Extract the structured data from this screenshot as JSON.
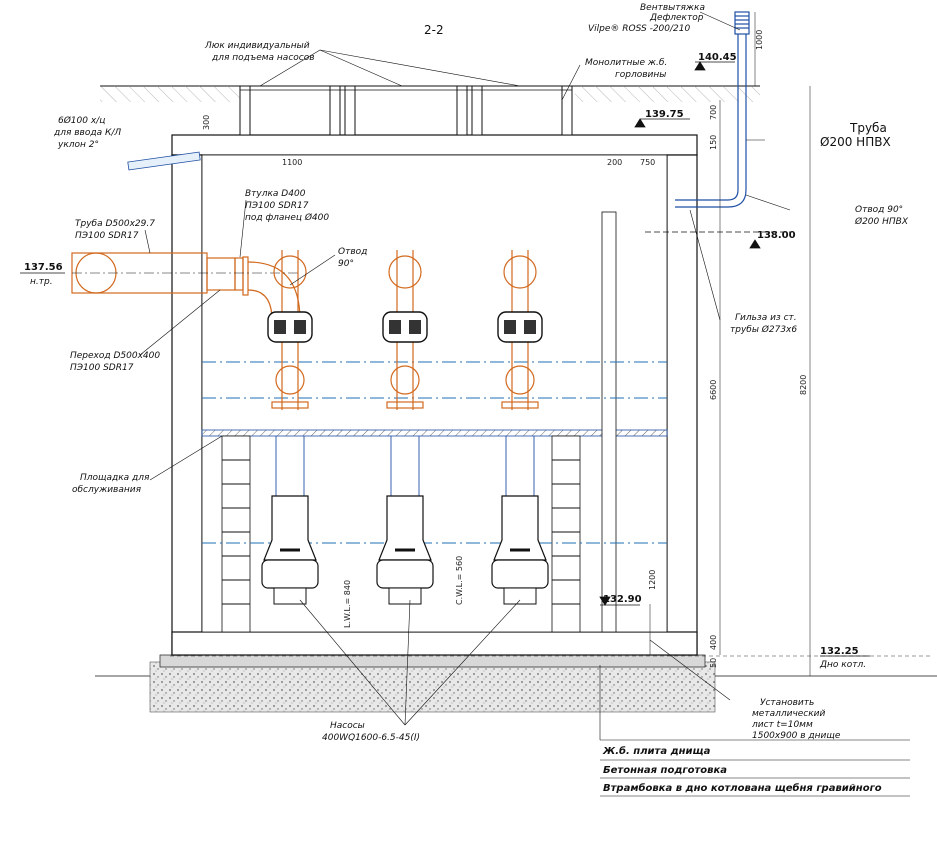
{
  "section_title": "2-2",
  "labels": {
    "hatch": "Люк индивидуальный",
    "hatch2": "для подъема насосов",
    "vent1": "Вентвытяжка",
    "vent2": "Дефлектор",
    "vent3": "Vilpe® ROSS -200/210",
    "monolith1": "Монолитные ж.б.",
    "monolith2": "горловины",
    "cable1": "6Ø100 х/ц",
    "cable2": "для ввода К/Л",
    "cable3": "уклон 2°",
    "pipe_npvh1": "Труба",
    "pipe_npvh2": "Ø200 НПВХ",
    "bushing1": "Втулка D400",
    "bushing2": "ПЭ100 SDR17",
    "bushing3": "под фланец Ø400",
    "pipe_in1": "Труба D500х29.7",
    "pipe_in2": "ПЭ100 SDR17",
    "elbow1": "Отвод",
    "elbow2": "90°",
    "bend1": "Отвод 90°",
    "bend2": "Ø200 НПВХ",
    "sleeve1": "Гильза из ст.",
    "sleeve2": "трубы Ø273х6",
    "reducer1": "Переход D500х400",
    "reducer2": "ПЭ100 SDR17",
    "platform1": "Площадка для",
    "platform2": "обслуживания",
    "pumps1": "Насосы",
    "pumps2": "400WQ1600-6.5-45(I)",
    "plate1": "Установить",
    "plate2": "металлический",
    "plate3": "лист t=10мм",
    "plate4": "1500х900 в днище"
  },
  "elevations": {
    "ground": "140.45",
    "roof": "139.75",
    "inlet": "137.56",
    "inlet_sub": "н.тр.",
    "vent_out": "138.00",
    "floor": "132.90",
    "bottom": "132.25",
    "bottom_sub": "Дно котл."
  },
  "dims": {
    "d1000": "1000",
    "d300": "300",
    "d1100": "1100",
    "d700": "700",
    "d150": "150",
    "d200": "200",
    "d750": "750",
    "d6600": "6600",
    "d8200": "8200",
    "d1200": "1200",
    "d400": "400",
    "d50": "50",
    "cwl": "C.W.L.= 560",
    "lwl": "L.W.L.= 840"
  },
  "legend": [
    "Ж.б. плита днища",
    "Бетонная подготовка",
    "Втрамбовка в дно котлована щебня гравийного"
  ],
  "colors": {
    "pipe": "#d2691e",
    "wall": "#111111",
    "water": "#1f6fb5",
    "vent": "#1f4fa5"
  }
}
